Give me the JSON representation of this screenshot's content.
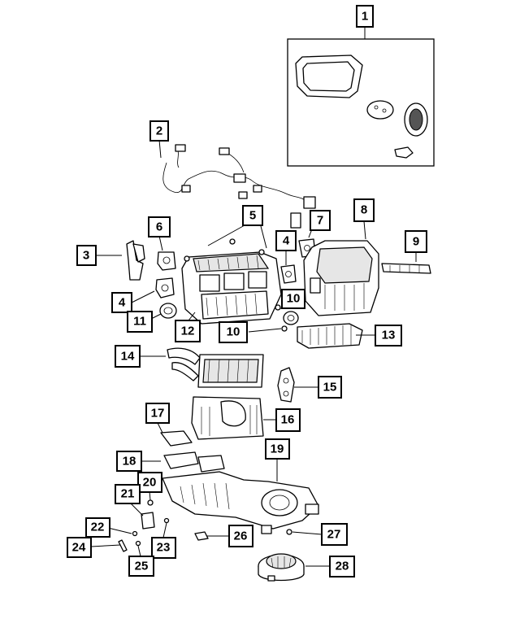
{
  "callouts": {
    "c1": "1",
    "c2": "2",
    "c3": "3",
    "c4a": "4",
    "c4b": "4",
    "c5": "5",
    "c6": "6",
    "c7": "7",
    "c8": "8",
    "c9": "9",
    "c10a": "10",
    "c10b": "10",
    "c11": "11",
    "c12": "12",
    "c13": "13",
    "c14": "14",
    "c15": "15",
    "c16": "16",
    "c17": "17",
    "c18": "18",
    "c19": "19",
    "c20": "20",
    "c21": "21",
    "c22": "22",
    "c23": "23",
    "c24": "24",
    "c25": "25",
    "c26": "26",
    "c27": "27",
    "c28": "28"
  }
}
